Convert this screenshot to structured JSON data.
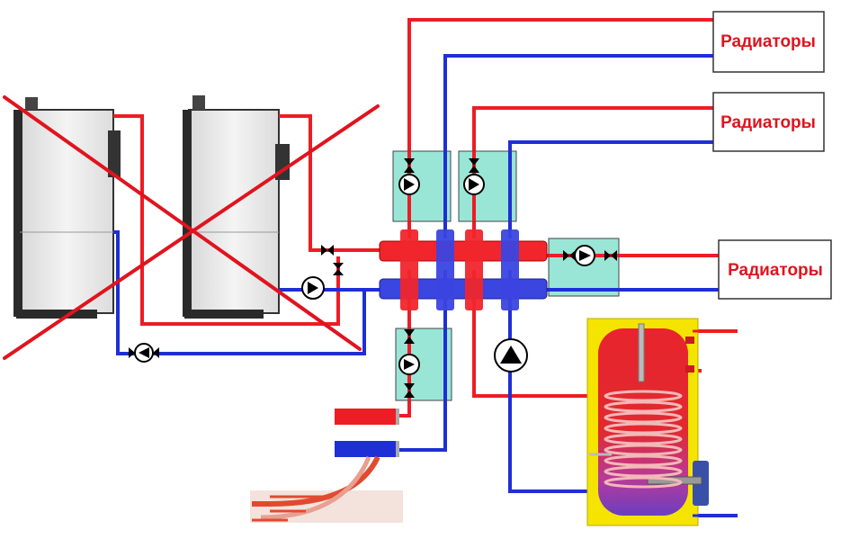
{
  "radiators": [
    {
      "label": "Радиаторы"
    },
    {
      "label": "Радиаторы"
    },
    {
      "label": "Радиаторы"
    }
  ],
  "colors": {
    "supply": "#ee1c24",
    "return": "#1f2fd6",
    "module": "#99e6d6",
    "tank_shell": "#f5e400",
    "tank_body": "#e8242c",
    "cross_mark": "#e0141e",
    "boiler": "#e9e9e9"
  },
  "icons": [
    "pump-icon",
    "valve-icon",
    "coil-icon",
    "cross-mark-icon"
  ]
}
